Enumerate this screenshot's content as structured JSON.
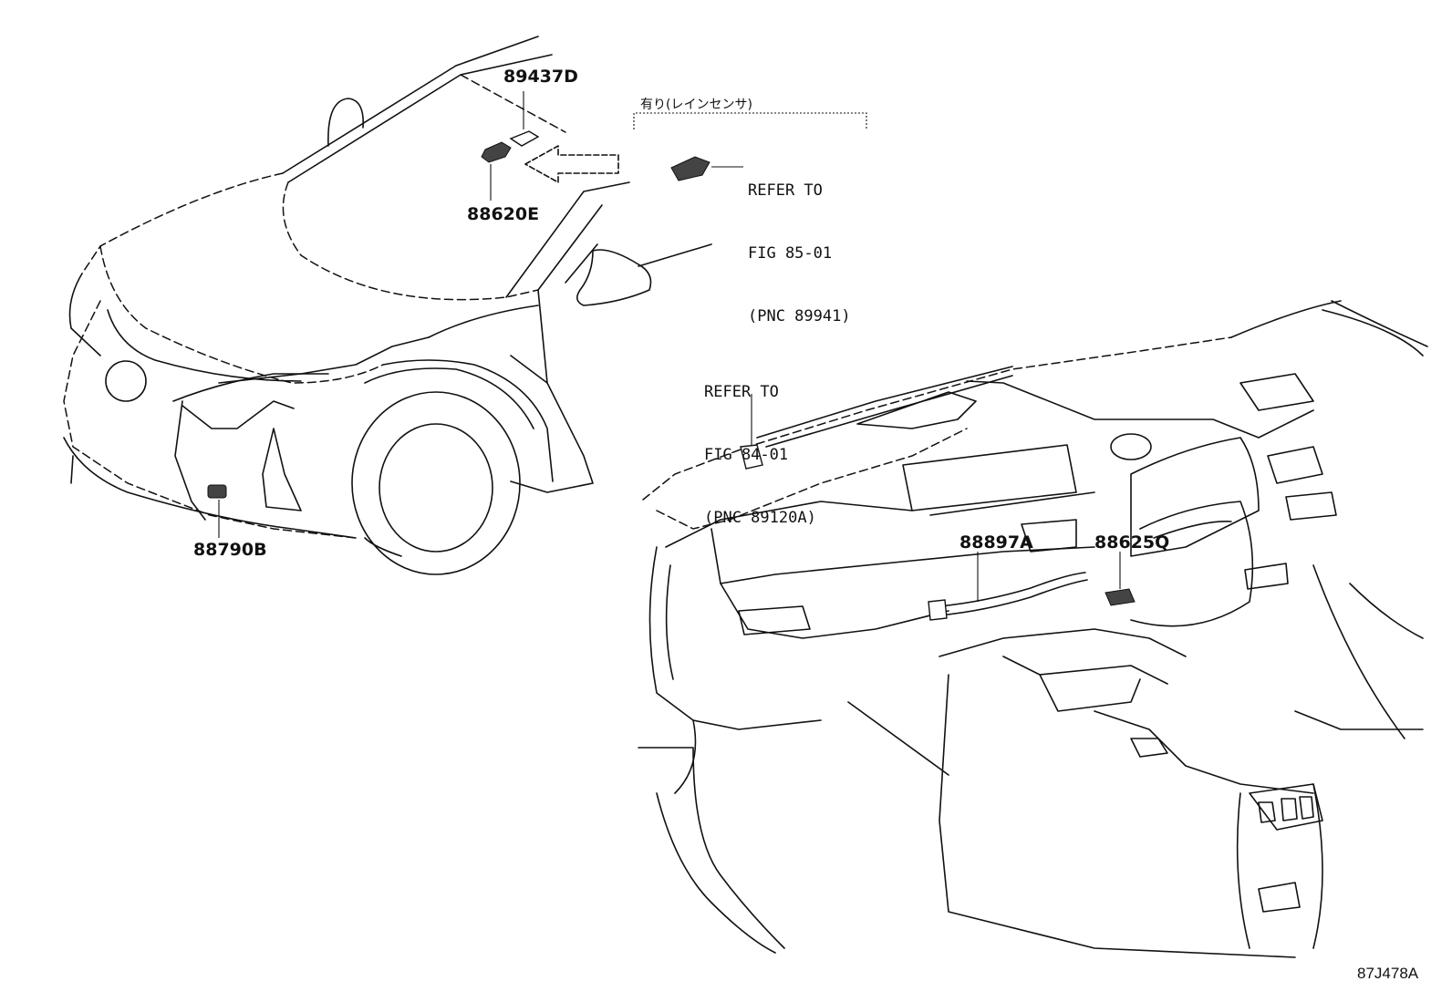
{
  "labels": {
    "p89437d": "89437D",
    "p88620e": "88620E",
    "p88790b": "88790B",
    "p88897a": "88897A",
    "p88625q": "88625Q"
  },
  "rain_sensor_note": "有り(レインセンサ)",
  "refer_rain": {
    "line1": "REFER TO",
    "line2": "FIG 85-01",
    "line3": "(PNC 89941)"
  },
  "refer_dash": {
    "line1": "REFER TO",
    "line2": "FIG 84-01",
    "line3": "(PNC 89120A)"
  },
  "figure_id": "87J478A"
}
